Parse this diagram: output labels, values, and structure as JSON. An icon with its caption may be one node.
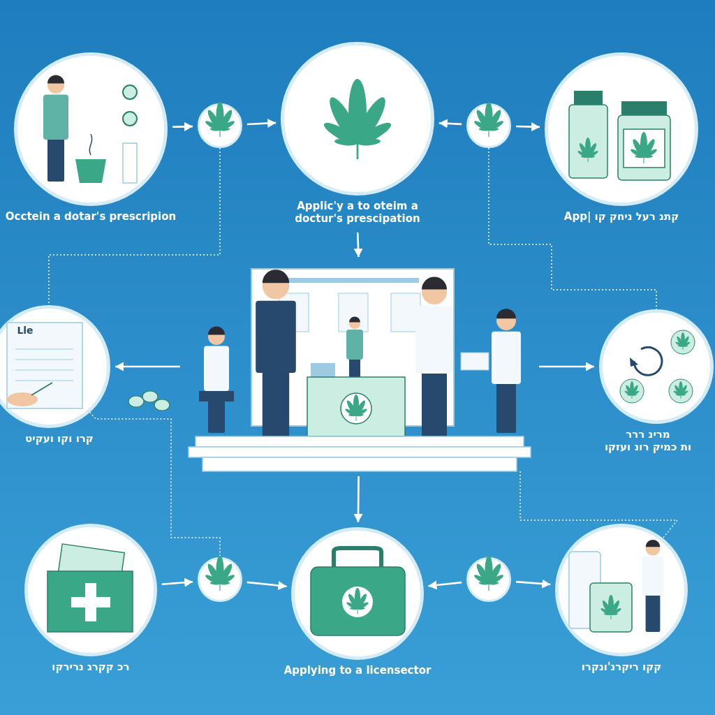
{
  "diagram": {
    "nodes": [
      {
        "text": [
          "Occtein a dotar's prescripion"
        ]
      },
      {
        "text": [],
        "shape": "circle"
      },
      {
        "text": [
          "Applic'y a to oteim a doctur's prescipation"
        ]
      },
      {
        "text": [],
        "shape": "circle"
      },
      {
        "text": [
          "קתנ רעל ניחק קו |App"
        ]
      },
      {
        "text": [
          "קרו וקו ועקיט"
        ]
      },
      {
        "text": [],
        "shape": "picture"
      },
      {
        "text": [
          "מרינ ררר",
          "ות כמיק רונ ועזקו"
        ]
      },
      {
        "text": [
          "רכ קקרג נרירקו"
        ]
      },
      {
        "text": [],
        "shape": "circle"
      },
      {
        "text": [
          "Applying to a licensector"
        ]
      },
      {
        "text": [],
        "shape": "circle"
      },
      {
        "text": [
          "קקו ריקרנ'ונקרו"
        ]
      }
    ],
    "edges": [
      {
        "from": 0,
        "to": 1,
        "arrow": "to"
      },
      {
        "from": 1,
        "to": 2,
        "arrow": "to"
      },
      {
        "from": 3,
        "to": 2,
        "arrow": "to"
      },
      {
        "from": 3,
        "to": 4,
        "arrow": "to"
      },
      {
        "from": 2,
        "to": 6,
        "arrow": "to"
      },
      {
        "from": 6,
        "to": 5,
        "arrow": "to"
      },
      {
        "from": 6,
        "to": 7,
        "arrow": "to"
      },
      {
        "from": 6,
        "to": 10,
        "arrow": "to"
      },
      {
        "from": 8,
        "to": 9,
        "arrow": "to"
      },
      {
        "from": 9,
        "to": 10,
        "arrow": "to"
      },
      {
        "from": 11,
        "to": 10,
        "arrow": "to"
      },
      {
        "from": 11,
        "to": 12,
        "arrow": "to"
      },
      {
        "from": 1,
        "to": 5,
        "arrow": "none",
        "style": "dashed"
      },
      {
        "from": 3,
        "to": 7,
        "arrow": "none",
        "style": "dashed"
      },
      {
        "from": 5,
        "to": 9,
        "arrow": "none",
        "style": "dashed"
      },
      {
        "from": 6,
        "to": 12,
        "arrow": "none",
        "style": "dashed"
      }
    ],
    "labels": [
      "Lle"
    ]
  }
}
